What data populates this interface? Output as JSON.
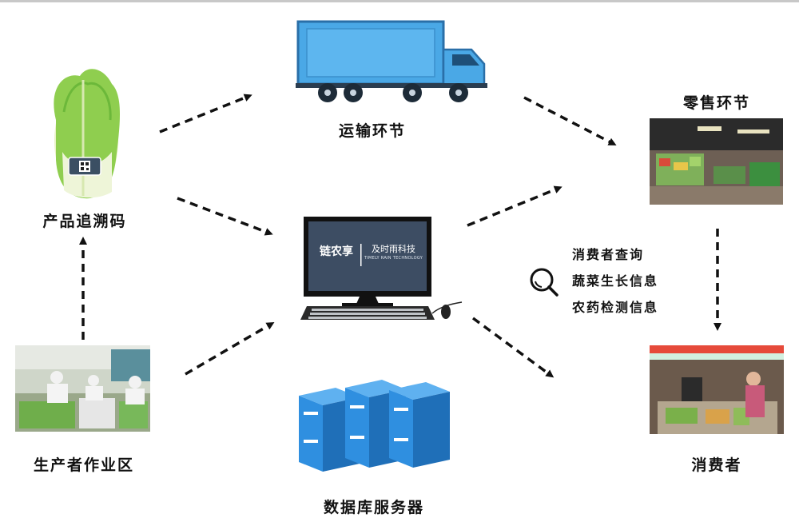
{
  "labels": {
    "transport": "运输环节",
    "retail": "零售环节",
    "trace_code": "产品追溯码",
    "production": "生产者作业区",
    "database": "数据库服务器",
    "consumer": "消费者"
  },
  "monitor": {
    "brand": "链农享",
    "company": "及时雨科技",
    "company_en": "TIMELY RAIN TECHNOLOGY"
  },
  "query_items": [
    "消费者查询",
    "蔬菜生长信息",
    "农药检测信息"
  ],
  "colors": {
    "truck_blue": "#4aa8e6",
    "server_blue": "#2f8fe0",
    "arrow": "#111111",
    "screen_bg": "#3d4d63"
  },
  "icons": {
    "query": "magnifier-icon"
  }
}
